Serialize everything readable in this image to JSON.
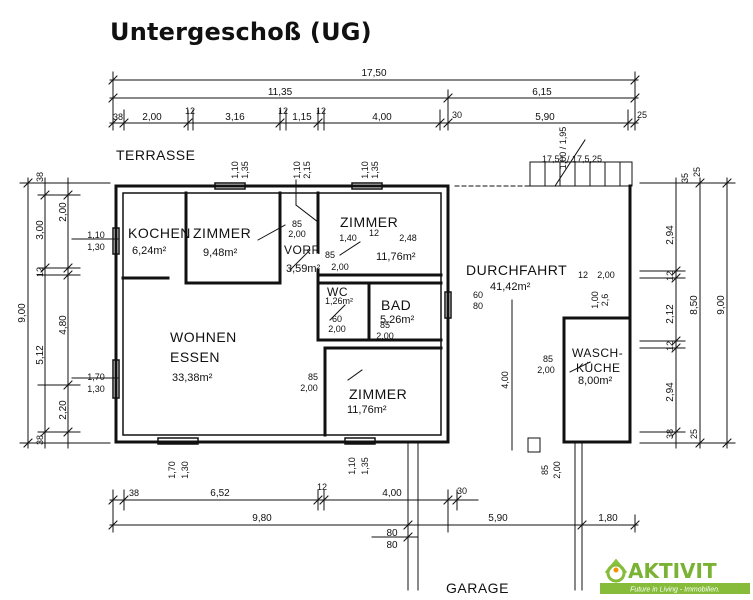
{
  "title": "Untergeschoß (UG)",
  "rooms": {
    "kochen": {
      "name": "KOCHEN",
      "area": "6,24m²"
    },
    "zimmer1": {
      "name": "ZIMMER",
      "area": "9,48m²"
    },
    "vorr": {
      "name": "VORR",
      "area": "3,59m²"
    },
    "zimmer2": {
      "name": "ZIMMER",
      "area": "11,76m²"
    },
    "wc": {
      "name": "WC",
      "area": "1,26m²"
    },
    "bad": {
      "name": "BAD",
      "area": "5,26m²"
    },
    "wohnen": {
      "name1": "WOHNEN",
      "name2": "ESSEN",
      "area": "33,38m²"
    },
    "zimmer3": {
      "name": "ZIMMER",
      "area": "11,76m²"
    },
    "durchfahrt": {
      "name": "DURCHFAHRT",
      "area": "41,42m²"
    },
    "waschkueche": {
      "name1": "WASCH-",
      "name2": "KÜCHE",
      "area": "8,00m²"
    }
  },
  "outside": {
    "terrasse": "TERRASSE",
    "garage": "GARAGE"
  },
  "dimensions": {
    "top_total": "17,50",
    "top_left": "11,35",
    "top_right": "6,15",
    "top_row3": [
      "38",
      "2,00",
      "12",
      "3,16",
      "12",
      "1,15",
      "12",
      "4,00",
      "30",
      "5,90",
      "25"
    ],
    "left_outer": "9,00",
    "left_mid": [
      "38",
      "3,00",
      "12",
      "4,80",
      "5,12",
      "2,20",
      "38"
    ],
    "left_inner": "2,00",
    "right_outer": "9,00",
    "right_mid": "8,50",
    "right_inner": [
      "2,94",
      "12",
      "2,12",
      "12",
      "2,94",
      "38",
      "25",
      "35",
      "25"
    ],
    "bottom_row1": [
      "38",
      "6,52",
      "12",
      "4,00",
      "30"
    ],
    "bottom_row2": [
      "9,80",
      "5,90",
      "1,80"
    ],
    "bottom_row3": [
      "80",
      "80"
    ],
    "stairs": "17,51 / 17,5,25",
    "stairs_landing": "1,00 / 1,95"
  },
  "openings": {
    "w_zimmer1": {
      "w": "1,10",
      "h": "1,35"
    },
    "w_vorr": {
      "w": "1,10",
      "h": "2,15"
    },
    "w_zimmer2": {
      "w": "1,10",
      "h": "1,35"
    },
    "w_kochen": {
      "w": "1,10",
      "h": "1,30"
    },
    "d_zimmer1": {
      "w": "85",
      "h": "2,00"
    },
    "d_vorr_a": {
      "w": "1,40",
      "h": "12"
    },
    "d_vorr_b": {
      "w": "2,48",
      "h": ""
    },
    "d_vorr_c": {
      "w": "85",
      "h": "2,00"
    },
    "d_wc": {
      "w": "60",
      "h": "2,00"
    },
    "d_bad": {
      "w": "85",
      "h": "2,00"
    },
    "d_durch": {
      "w": "60",
      "h": "80"
    },
    "w_durch": {
      "w": "12",
      "h": "2,00"
    },
    "d_wasch_top": {
      "w": "1,00",
      "h": "2,6"
    },
    "d_wasch": {
      "w": "85",
      "h": "2,00"
    },
    "w_wohnen": {
      "w": "1,70",
      "h": "1,30"
    },
    "d_zimmer3": {
      "w": "85",
      "h": "2,00"
    },
    "w_bottom1": {
      "w": "1,70",
      "h": "1,30"
    },
    "w_bottom2": {
      "w": "1,10",
      "h": "1,35"
    },
    "d_bottom_right": {
      "w": "85",
      "h": "2,00"
    },
    "d_durch_side": "4,00"
  },
  "logo": {
    "brand": "AKTIVIT",
    "tagline": "Future in Living - Immobilien.",
    "accent": "#8ac43f",
    "accent2": "#f39200",
    "band": "#86bc3a"
  }
}
